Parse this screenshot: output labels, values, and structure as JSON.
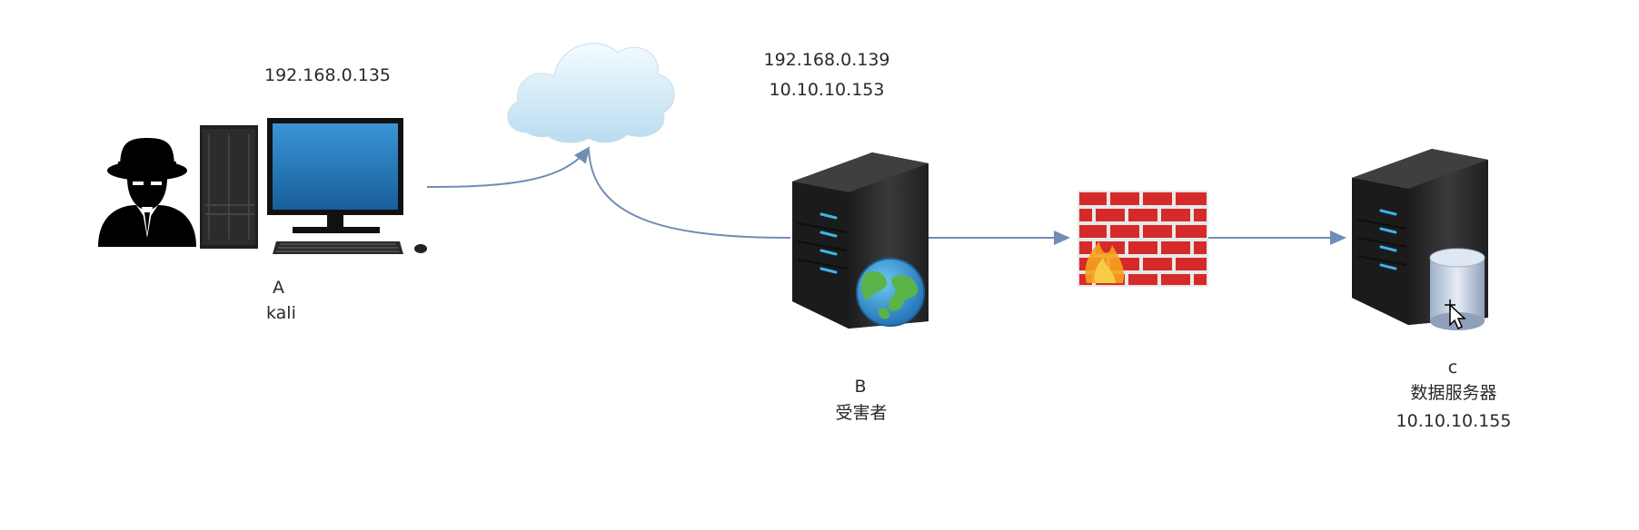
{
  "nodes": {
    "A": {
      "letter": "A",
      "os": "kali",
      "ip": "192.168.0.135"
    },
    "B": {
      "letter": "B",
      "role": "受害者",
      "ips": [
        "192.168.0.139",
        "10.10.10.153"
      ]
    },
    "C": {
      "letter": "c",
      "role": "数据服务器",
      "ip": "10.10.10.155"
    }
  },
  "icons": {
    "attacker": "hacker-icon",
    "pc": "desktop-computer-icon",
    "cloud": "cloud-icon",
    "web_server": "web-server-icon",
    "firewall": "firewall-icon",
    "db_server": "database-server-icon",
    "cursor": "move-cursor-icon"
  },
  "colors": {
    "connector": "#6f8db5",
    "firewall_brick": "#d62a2a",
    "server_body": "#2b2b2b",
    "monitor_screen": "#1b75ba",
    "cloud": "#d9ecf7"
  }
}
